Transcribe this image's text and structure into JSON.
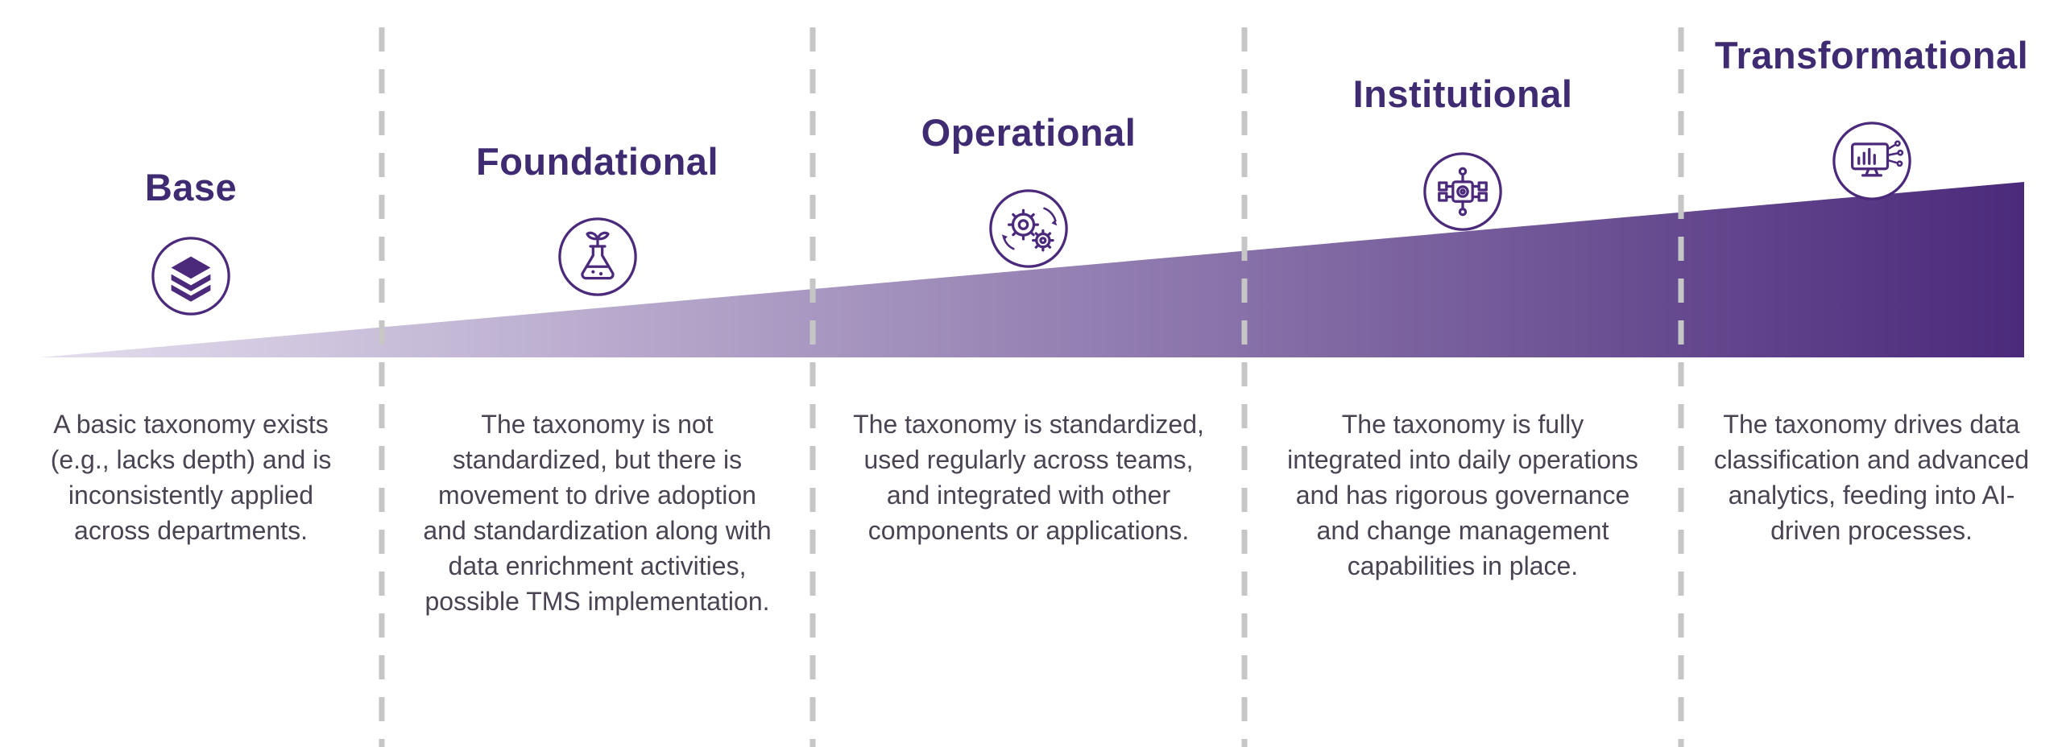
{
  "diagram": {
    "type": "maturity-model",
    "stages": [
      {
        "label": "Base",
        "icon": "layers-icon",
        "description": "A basic taxonomy exists (e.g., lacks depth) and is inconsistently applied across departments."
      },
      {
        "label": "Foundational",
        "icon": "flask-sprout-icon",
        "description": "The taxonomy is not standardized, but there is movement to drive adoption and standardization along with data enrichment activities, possible TMS implementation."
      },
      {
        "label": "Operational",
        "icon": "gears-icon",
        "description": "The taxonomy is standardized, used regularly across teams, and integrated with other components or applications."
      },
      {
        "label": "Institutional",
        "icon": "network-chip-icon",
        "description": "The taxonomy is fully integrated into daily operations and has rigorous governance and change management capabilities in place."
      },
      {
        "label": "Transformational",
        "icon": "analytics-monitor-icon",
        "description": "The taxonomy drives data classification and advanced analytics, feeding into AI-driven processes."
      }
    ],
    "colors": {
      "background": "#ffffff",
      "title_text": "#3f2b72",
      "body_text": "#4a4452",
      "wedge_dark": "#4b2a7b",
      "wedge_light": "#e4deee",
      "icon_stroke": "#4b2a7b",
      "divider": "#c6c6c6"
    }
  }
}
